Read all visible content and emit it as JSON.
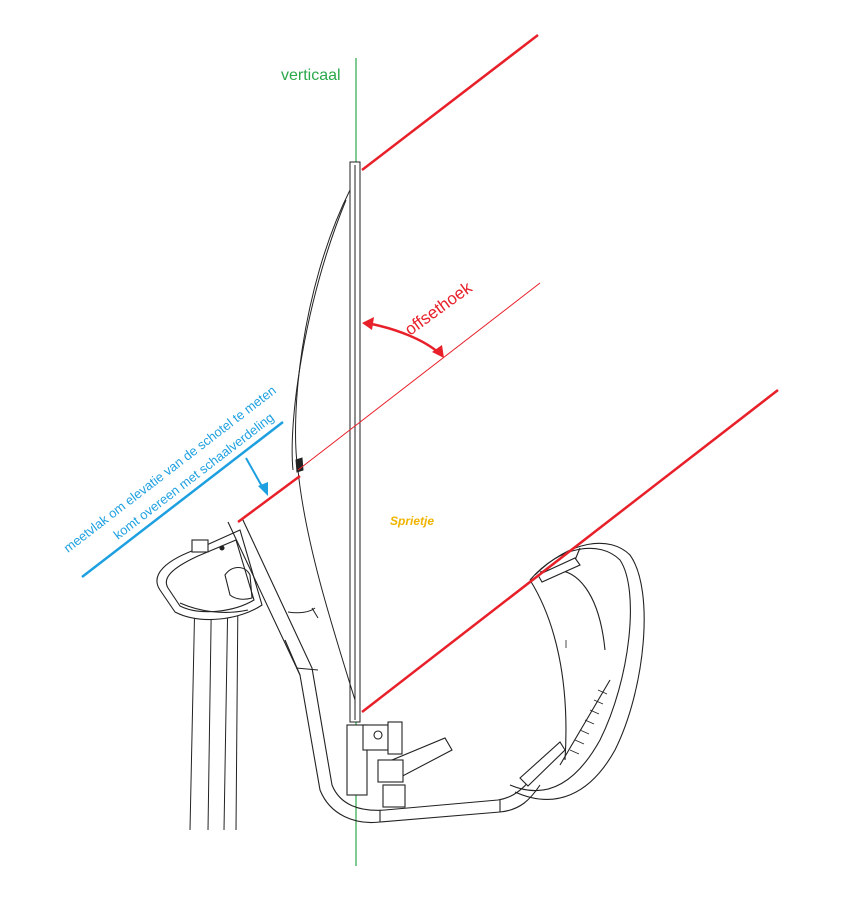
{
  "labels": {
    "vertical": "verticaal",
    "offset_angle": "offsethoek",
    "measure_line1": "meetvlak om elevatie van de schotel te meten",
    "measure_line2": "komt overeen met schaalverdeling",
    "signature": "Sprietje"
  },
  "colors": {
    "vertical": "#2aa84a",
    "offset": "#e8202a",
    "measure": "#1ea0e0",
    "signature": "#f0b400",
    "drawing": "#222222"
  }
}
